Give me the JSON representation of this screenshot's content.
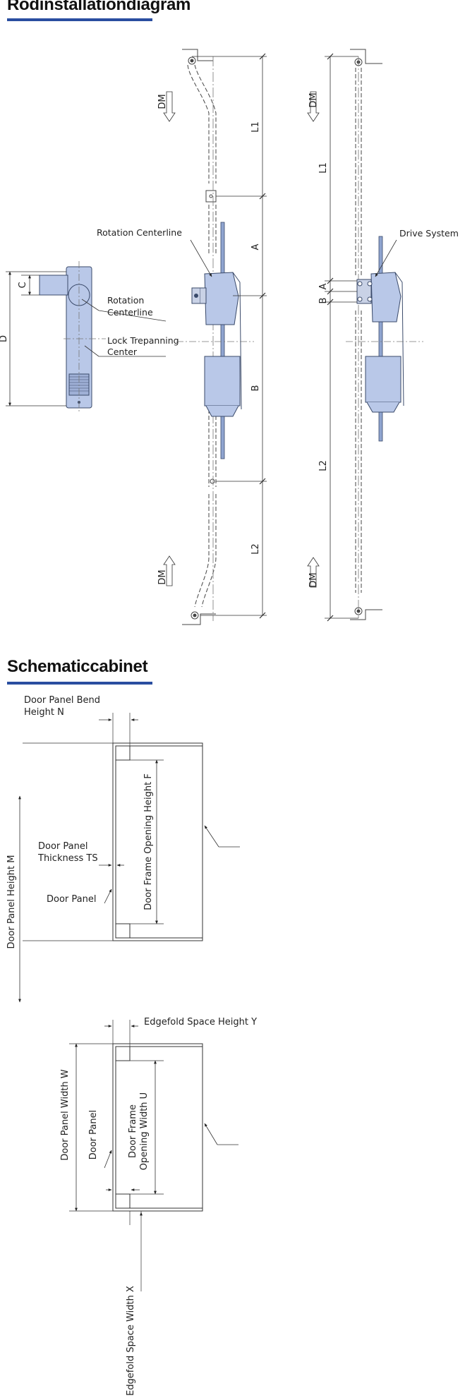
{
  "colors": {
    "accent": "#2a4ea0",
    "part_fill": "#b9c8e8",
    "part_stroke": "#3a4a6a",
    "line": "#333333"
  },
  "section1": {
    "title": "Rodinstallationdiagram",
    "left": {
      "dm_top": "DM",
      "dm_bottom": "DM",
      "l1": "L1",
      "a": "A",
      "b": "B",
      "l2": "L2",
      "rotation_label": "Rotation Centerline"
    },
    "right": {
      "dm_top": "DM",
      "dm_bottom": "DM",
      "l1": "L1",
      "a": "A",
      "b": "B",
      "l2": "L2",
      "drive_label": "Drive System"
    },
    "lock": {
      "c": "C",
      "d": "D",
      "rotation_line1": "Rotation",
      "rotation_line2": "Centerline",
      "trepan_line1": "Lock Trepanning",
      "trepan_line2": "Center"
    }
  },
  "section2": {
    "title": "Schematiccabinet",
    "top": {
      "bend_line1": "Door Panel Bend",
      "bend_line2": "Height N",
      "thickness_line1": "Door Panel",
      "thickness_line2": "Thickness TS",
      "door_panel": "Door Panel",
      "frame_opening": "Door Frame Opening Height F",
      "panel_height": "Door Panel Height M"
    },
    "bottom": {
      "edgefold_height": "Edgefold Space Height Y",
      "panel_width": "Door Panel Width W",
      "door_panel": "Door Panel",
      "opening_line1": "Door Frame",
      "opening_line2": "Opening Width U",
      "edgefold_width": "Edgefold Space Width X"
    }
  }
}
